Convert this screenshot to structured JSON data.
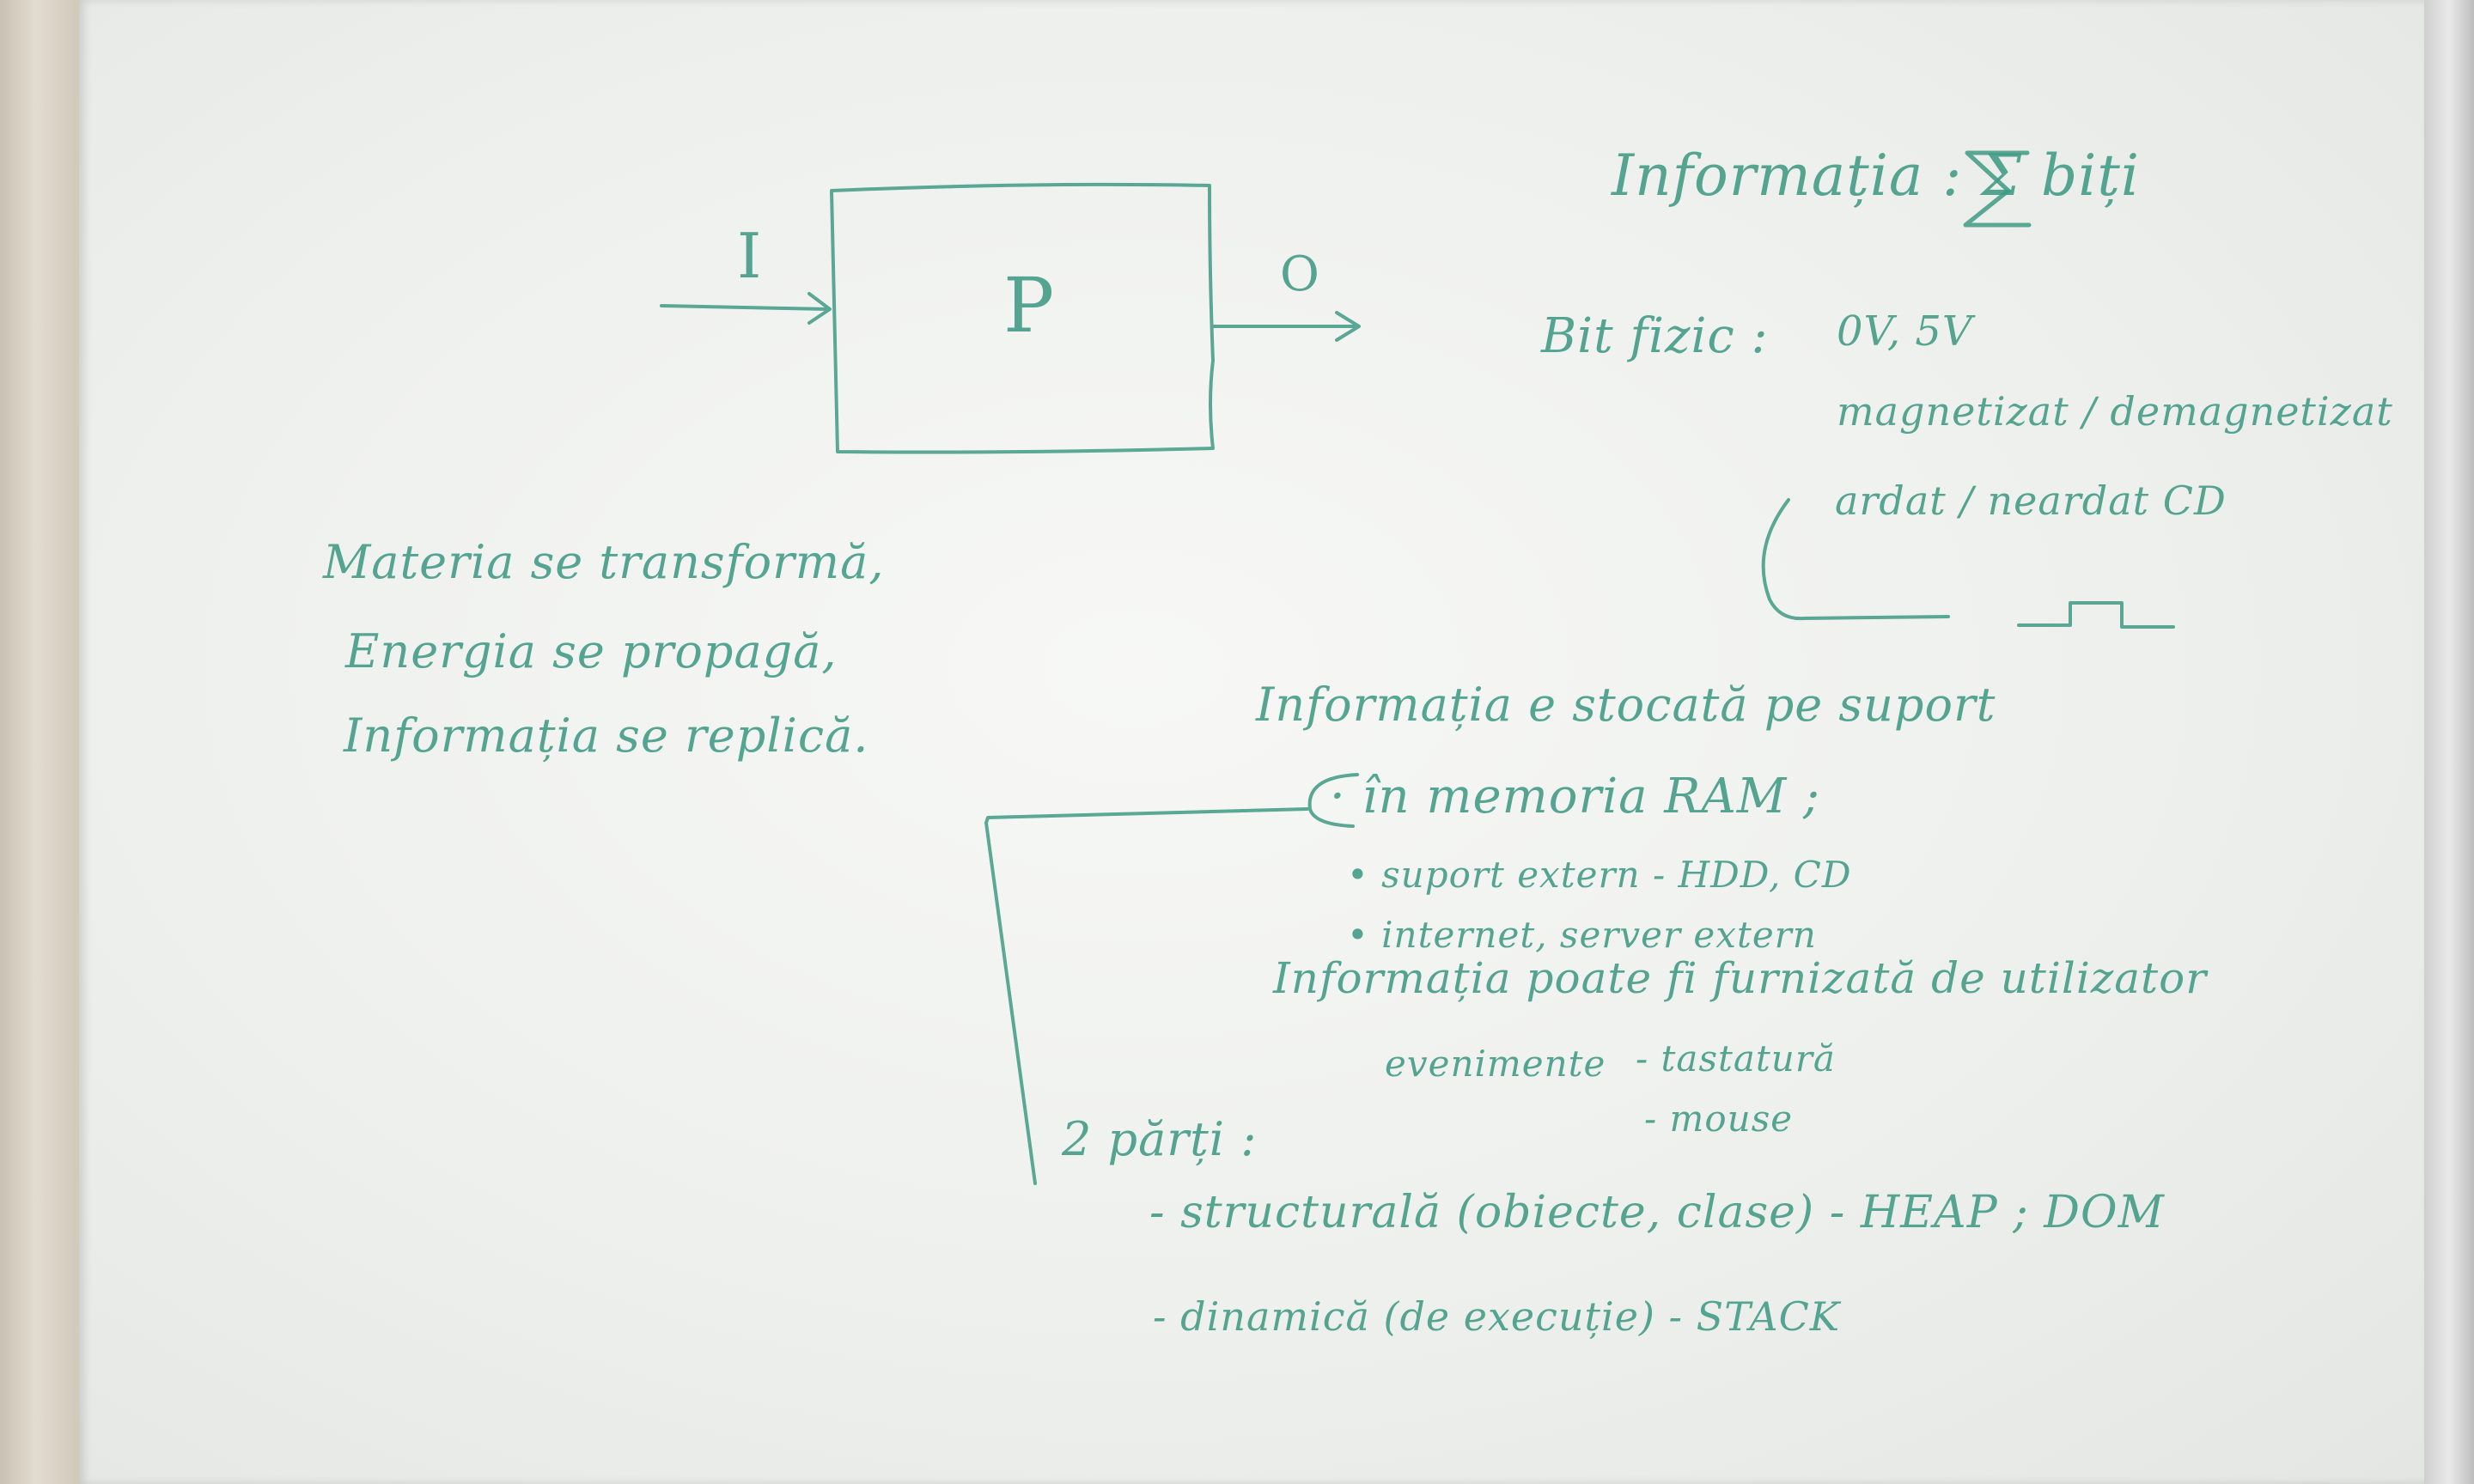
{
  "ink_color": "#3f9a84",
  "board_color": "#f2f4f2",
  "diagram": {
    "input_label": "I",
    "process_label": "P",
    "output_label": "O"
  },
  "left_notes": [
    "Materia se transformă,",
    "Energia se propagă,",
    "Informația se replică."
  ],
  "right_top": {
    "info_line": "Informația : Σ biți",
    "bit_label": "Bit fizic :",
    "bit_values": [
      "0V, 5V",
      "magnetizat / demagnetizat",
      "ardat / neardat  CD"
    ]
  },
  "storage": {
    "heading": "Informația e stocată pe suport",
    "items": [
      "· în memoria RAM ;",
      "• suport extern - HDD, CD",
      "• internet, server extern"
    ]
  },
  "furnish": {
    "heading": "Informația poate fi furnizată de utilizator",
    "events_label": "evenimente",
    "events": [
      "- tastatură",
      "- mouse"
    ]
  },
  "parts": {
    "heading": "2 părți :",
    "items": [
      "- structurală (obiecte, clase) - HEAP ; DOM",
      "- dinamică (de execuție) - STACK"
    ]
  }
}
